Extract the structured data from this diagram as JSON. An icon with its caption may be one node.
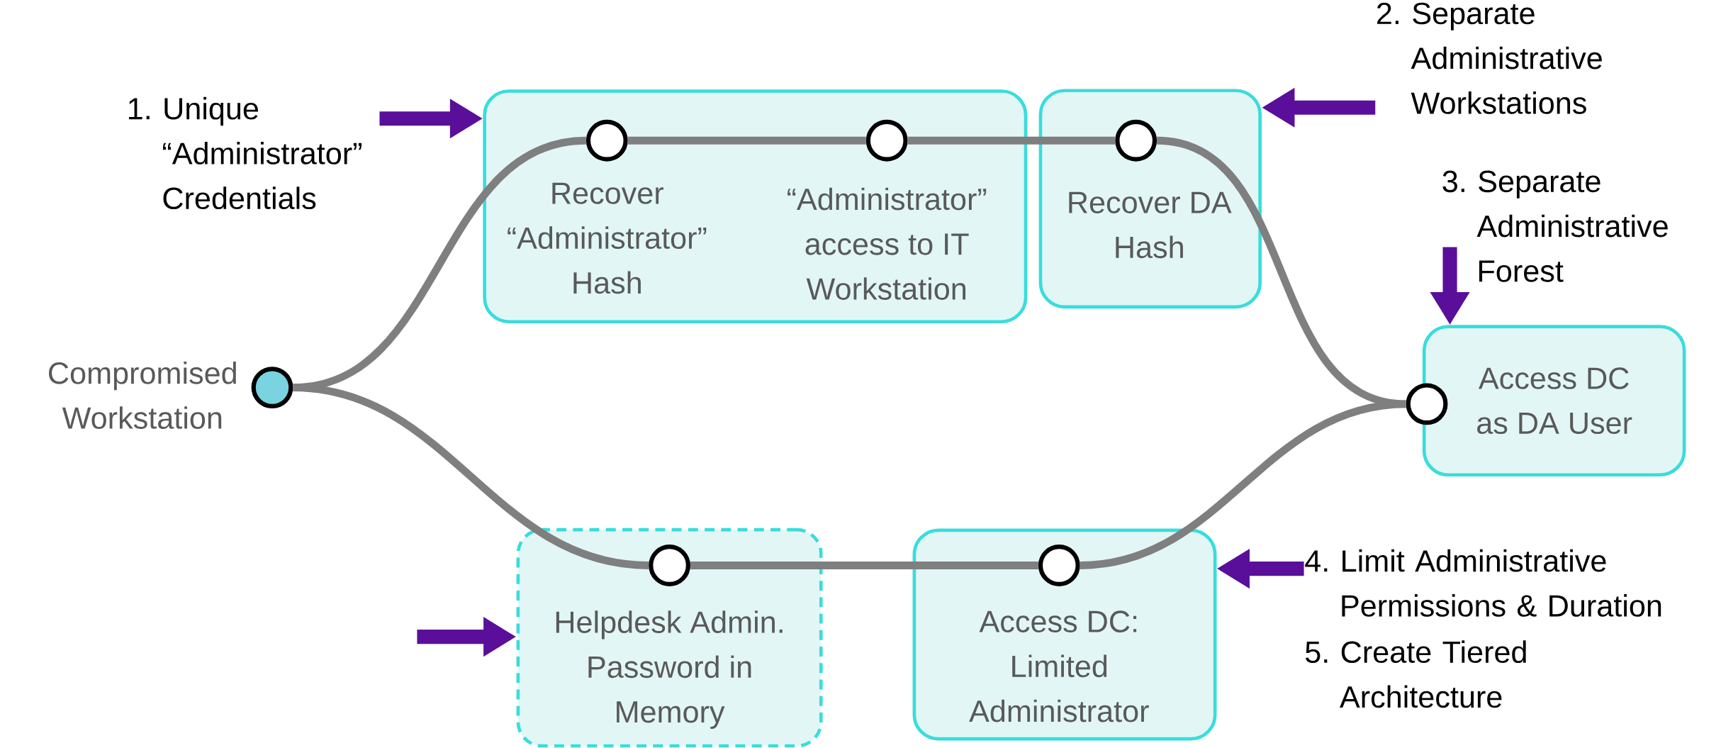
{
  "diagram": {
    "nodes": [
      {
        "text": [],
        "shape": "circle",
        "beside": [
          "Compromised Workstation"
        ]
      },
      {
        "text": [],
        "shape": "box"
      },
      {
        "text": [],
        "shape": "circle",
        "in": 1,
        "beside": [
          "Recover “Administrator” Hash"
        ]
      },
      {
        "text": [],
        "shape": "circle",
        "in": 1,
        "beside": [
          "“Administrator” access to IT Workstation"
        ]
      },
      {
        "text": [],
        "shape": "box"
      },
      {
        "text": [],
        "shape": "circle",
        "in": 4,
        "beside": [
          "Recover DA Hash"
        ]
      },
      {
        "text": [
          "Access DC as DA User"
        ]
      },
      {
        "text": [],
        "shape": "circle"
      },
      {
        "text": [],
        "shape": "box"
      },
      {
        "text": [],
        "shape": "circle",
        "in": 8,
        "beside": [
          "Helpdesk Admin. Password in Memory"
        ]
      },
      {
        "text": [],
        "shape": "box"
      },
      {
        "text": [],
        "shape": "circle",
        "in": 10,
        "beside": [
          "Access DC: Limited Administrator"
        ]
      },
      {
        "text": [
          "1. Unique “Administrator” Credentials"
        ]
      },
      {
        "text": [
          "2. Separate Administrative Workstations"
        ]
      },
      {
        "text": [
          "3. Separate Administrative Forest"
        ]
      },
      {
        "text": [
          "4. Limit Administrative Permissions & Duration",
          "5. Create Tiered Architecture"
        ]
      }
    ],
    "edges": [
      {
        "from": 0,
        "to": 2,
        "arrow": "none"
      },
      {
        "from": 2,
        "to": 3,
        "arrow": "none"
      },
      {
        "from": 3,
        "to": 5,
        "arrow": "none"
      },
      {
        "from": 5,
        "to": 7,
        "arrow": "none"
      },
      {
        "from": 0,
        "to": 9,
        "arrow": "none"
      },
      {
        "from": 9,
        "to": 11,
        "arrow": "none"
      },
      {
        "from": 11,
        "to": 7,
        "arrow": "none"
      },
      {
        "from": 12,
        "to": 1,
        "arrow": "to",
        "style": "thick",
        "color": "#5a0f9a"
      },
      {
        "from": 13,
        "to": 4,
        "arrow": "to",
        "style": "thick",
        "color": "#5a0f9a"
      },
      {
        "from": 14,
        "to": 6,
        "arrow": "to",
        "style": "thick",
        "color": "#5a0f9a"
      },
      {
        "from": 15,
        "to": 10,
        "arrow": "to",
        "style": "thick",
        "color": "#5a0f9a"
      },
      {
        "from": null,
        "to": 8,
        "arrow": "to",
        "style": "thick",
        "color": "#5a0f9a"
      }
    ]
  }
}
